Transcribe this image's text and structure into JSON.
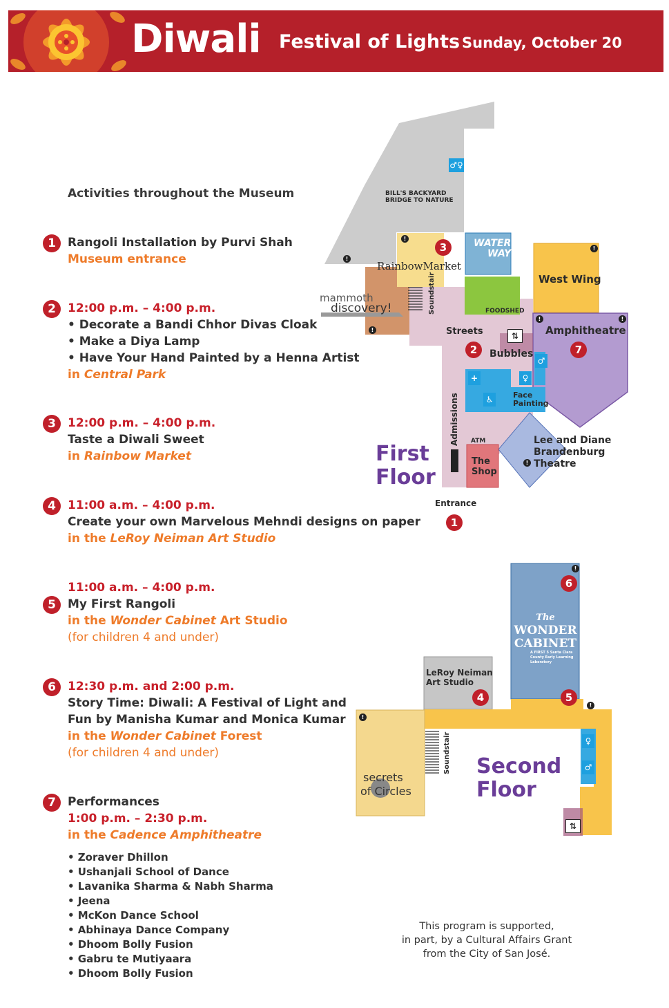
{
  "header": {
    "title": "Diwali",
    "subtitle": "Festival of Lights",
    "date": "Sunday, October 20"
  },
  "activities_heading": "Activities throughout the Museum",
  "activities": [
    {
      "num": "1",
      "lines": [
        "Rangoli Installation by Purvi Shah"
      ],
      "location": "Museum entrance"
    },
    {
      "num": "2",
      "time": "12:00 p.m. – 4:00 p.m.",
      "bullets": [
        "• Decorate a Bandi Chhor Divas Cloak",
        "• Make a Diya Lamp",
        "• Have Your Hand Painted by a Henna Artist"
      ],
      "loc_prefix": "in ",
      "loc_place": "Central Park"
    },
    {
      "num": "3",
      "time": "12:00 p.m. – 4:00 p.m.",
      "lines": [
        "Taste a Diwali Sweet"
      ],
      "loc_prefix": "in ",
      "loc_place": "Rainbow Market"
    },
    {
      "num": "4",
      "time": "11:00 a.m. – 4:00 p.m.",
      "lines": [
        "Create your own Marvelous Mehndi designs on paper"
      ],
      "loc_prefix": "in the ",
      "loc_place": "LeRoy Neiman Art Studio"
    },
    {
      "num": "5",
      "time": "11:00 a.m. – 4:00 p.m.",
      "lines": [
        "My First Rangoli"
      ],
      "loc_prefix": "in the ",
      "loc_place": "Wonder Cabinet",
      "loc_suffix": " Art Studio",
      "note": "(for children 4 and under)"
    },
    {
      "num": "6",
      "time": "12:30 p.m. and 2:00 p.m.",
      "lines": [
        "Story Time: Diwali: A Festival of Light and",
        "Fun by Manisha Kumar and Monica Kumar"
      ],
      "loc_prefix": "in the ",
      "loc_place": "Wonder Cabinet",
      "loc_suffix": " Forest",
      "note": "(for children 4 and under)"
    },
    {
      "num": "7",
      "title": "Performances",
      "time": "1:00 p.m. – 2:30 p.m.",
      "loc_prefix": "in the ",
      "loc_place": "Cadence Amphitheatre"
    }
  ],
  "performers": [
    "• Zoraver Dhillon",
    "• Ushanjali School of Dance",
    "• Lavanika  Sharma & Nabh Sharma",
    "• Jeena",
    "• McKon Dance School",
    "• Abhinaya Dance Company",
    "• Dhoom Bolly Fusion",
    "• Gabru te Mutiyaara",
    "• Dhoom Bolly Fusion"
  ],
  "map": {
    "first_floor": {
      "label_line1": "First",
      "label_line2": "Floor",
      "bills_backyard_line1": "BILL'S BACKYARD",
      "bills_backyard_line2": "BRIDGE TO NATURE",
      "rainbow_market": "RainbowMarket",
      "water_ways_line1": "WATER",
      "water_ways_line2": "WAYS",
      "west_wing": "West Wing",
      "mammoth_line1": "mammoth",
      "mammoth_line2": "discovery!",
      "foodshed": "FOODSHED",
      "soundstair": "Soundstair",
      "streets": "Streets",
      "amphitheatre": "Amphitheatre",
      "bubbles": "Bubbles",
      "face_painting_line1": "Face",
      "face_painting_line2": "Painting",
      "admissions": "Admissions",
      "atm": "ATM",
      "shop_line1": "The",
      "shop_line2": "Shop",
      "theatre_line1": "Lee and Diane",
      "theatre_line2": "Brandenburg",
      "theatre_line3": "Theatre",
      "entrance": "Entrance",
      "markers": [
        "3",
        "2",
        "7",
        "1"
      ]
    },
    "second_floor": {
      "label_line1": "Second",
      "label_line2": "Floor",
      "leroy_line1": "LeRoy Neiman",
      "leroy_line2": "Art Studio",
      "wonder_line1": "The",
      "wonder_line2": "WONDER",
      "wonder_line3": "CABINET",
      "wonder_tagline": "A FIRST 5 Santa Clara County Early Learning Laboratory",
      "secrets_line1": "secrets",
      "secrets_line2": "of Circles",
      "soundstair": "Soundstair",
      "markers": [
        "4",
        "6",
        "5"
      ]
    },
    "colors": {
      "gray_area": "#cccccc",
      "pink_path": "#e3c8d5",
      "blue_restroom": "#36a9e1",
      "west_wing": "#f8c44b",
      "amphitheatre": "#b39bd0",
      "theatre": "#a9b9e0",
      "shop": "#e1767b",
      "mammoth": "#d2946a",
      "rainbow": "#f7dd8e",
      "foodshed": "#8cc63f",
      "water_ways": "#7fb3d5",
      "corridor": "#f8c44b",
      "wonder_cabinet": "#7ea2c8",
      "leroy": "#c6c6c6",
      "secrets": "#f4d88e",
      "accent_red": "#c0202a",
      "floor_label": "#6a3d98"
    }
  },
  "credit": {
    "line1": "This program is supported,",
    "line2": "in part, by a Cultural Affairs Grant",
    "line3": "from the City of San José."
  }
}
